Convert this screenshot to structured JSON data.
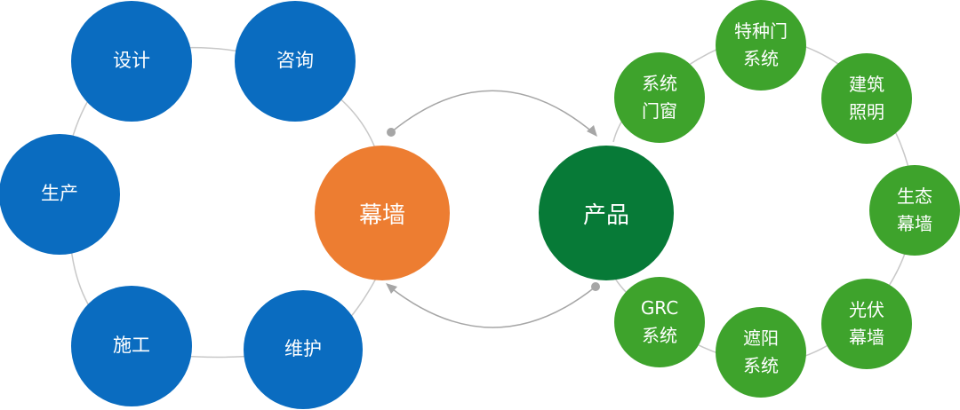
{
  "center": {
    "left_label": "幕墙",
    "right_label": "产品"
  },
  "left_nodes": [
    "设计",
    "咨询",
    "生产",
    "施工",
    "维护"
  ],
  "right_nodes": [
    "系统\n门窗",
    "特种门\n系统",
    "建筑\n照明",
    "生态\n幕墙",
    "光伏\n幕墙",
    "遮阳\n系统",
    "GRC\n系统"
  ],
  "colors": {
    "left_nodes": "#0a6cc0",
    "right_nodes": "#3ea32c",
    "center_left": "#ed7d31",
    "center_right": "#077a37",
    "connector": "#c8c8c8",
    "arrow": "#a6a6a6"
  }
}
